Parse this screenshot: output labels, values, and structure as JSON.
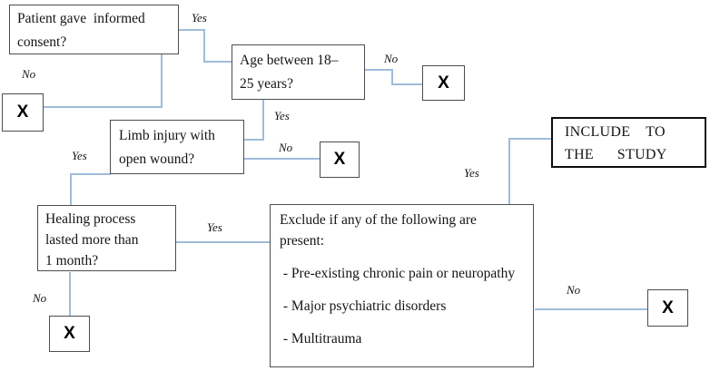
{
  "colors": {
    "connector": "#9fbcdb",
    "box_border": "#4d4d4d",
    "include_border": "#0d0d0d",
    "text": "#141414"
  },
  "x_mark": "X",
  "boxes": {
    "consent": {
      "lines": [
        "Patient gave  informed",
        "consent?"
      ]
    },
    "age": {
      "lines": [
        "Age between 18–",
        "25 years?"
      ]
    },
    "limb": {
      "lines": [
        "Limb injury with",
        "open wound?"
      ]
    },
    "healing": {
      "lines": [
        "Healing process",
        "lasted more than",
        "1 month?"
      ]
    },
    "exclude": {
      "paragraphs": [
        "Exclude if any of the following are present:",
        " - Pre-existing chronic pain or neuropathy",
        " - Major psychiatric disorders",
        " - Multitrauma"
      ]
    },
    "include": {
      "lines": [
        "INCLUDE    TO",
        "THE      STUDY"
      ]
    }
  },
  "edge_labels": {
    "consent_yes": "Yes",
    "consent_no": "No",
    "age_yes": "Yes",
    "age_no": "No",
    "limb_yes": "Yes",
    "limb_no": "No",
    "healing_yes": "Yes",
    "healing_no": "No",
    "exclude_yes": "Yes",
    "exclude_no": "No"
  }
}
